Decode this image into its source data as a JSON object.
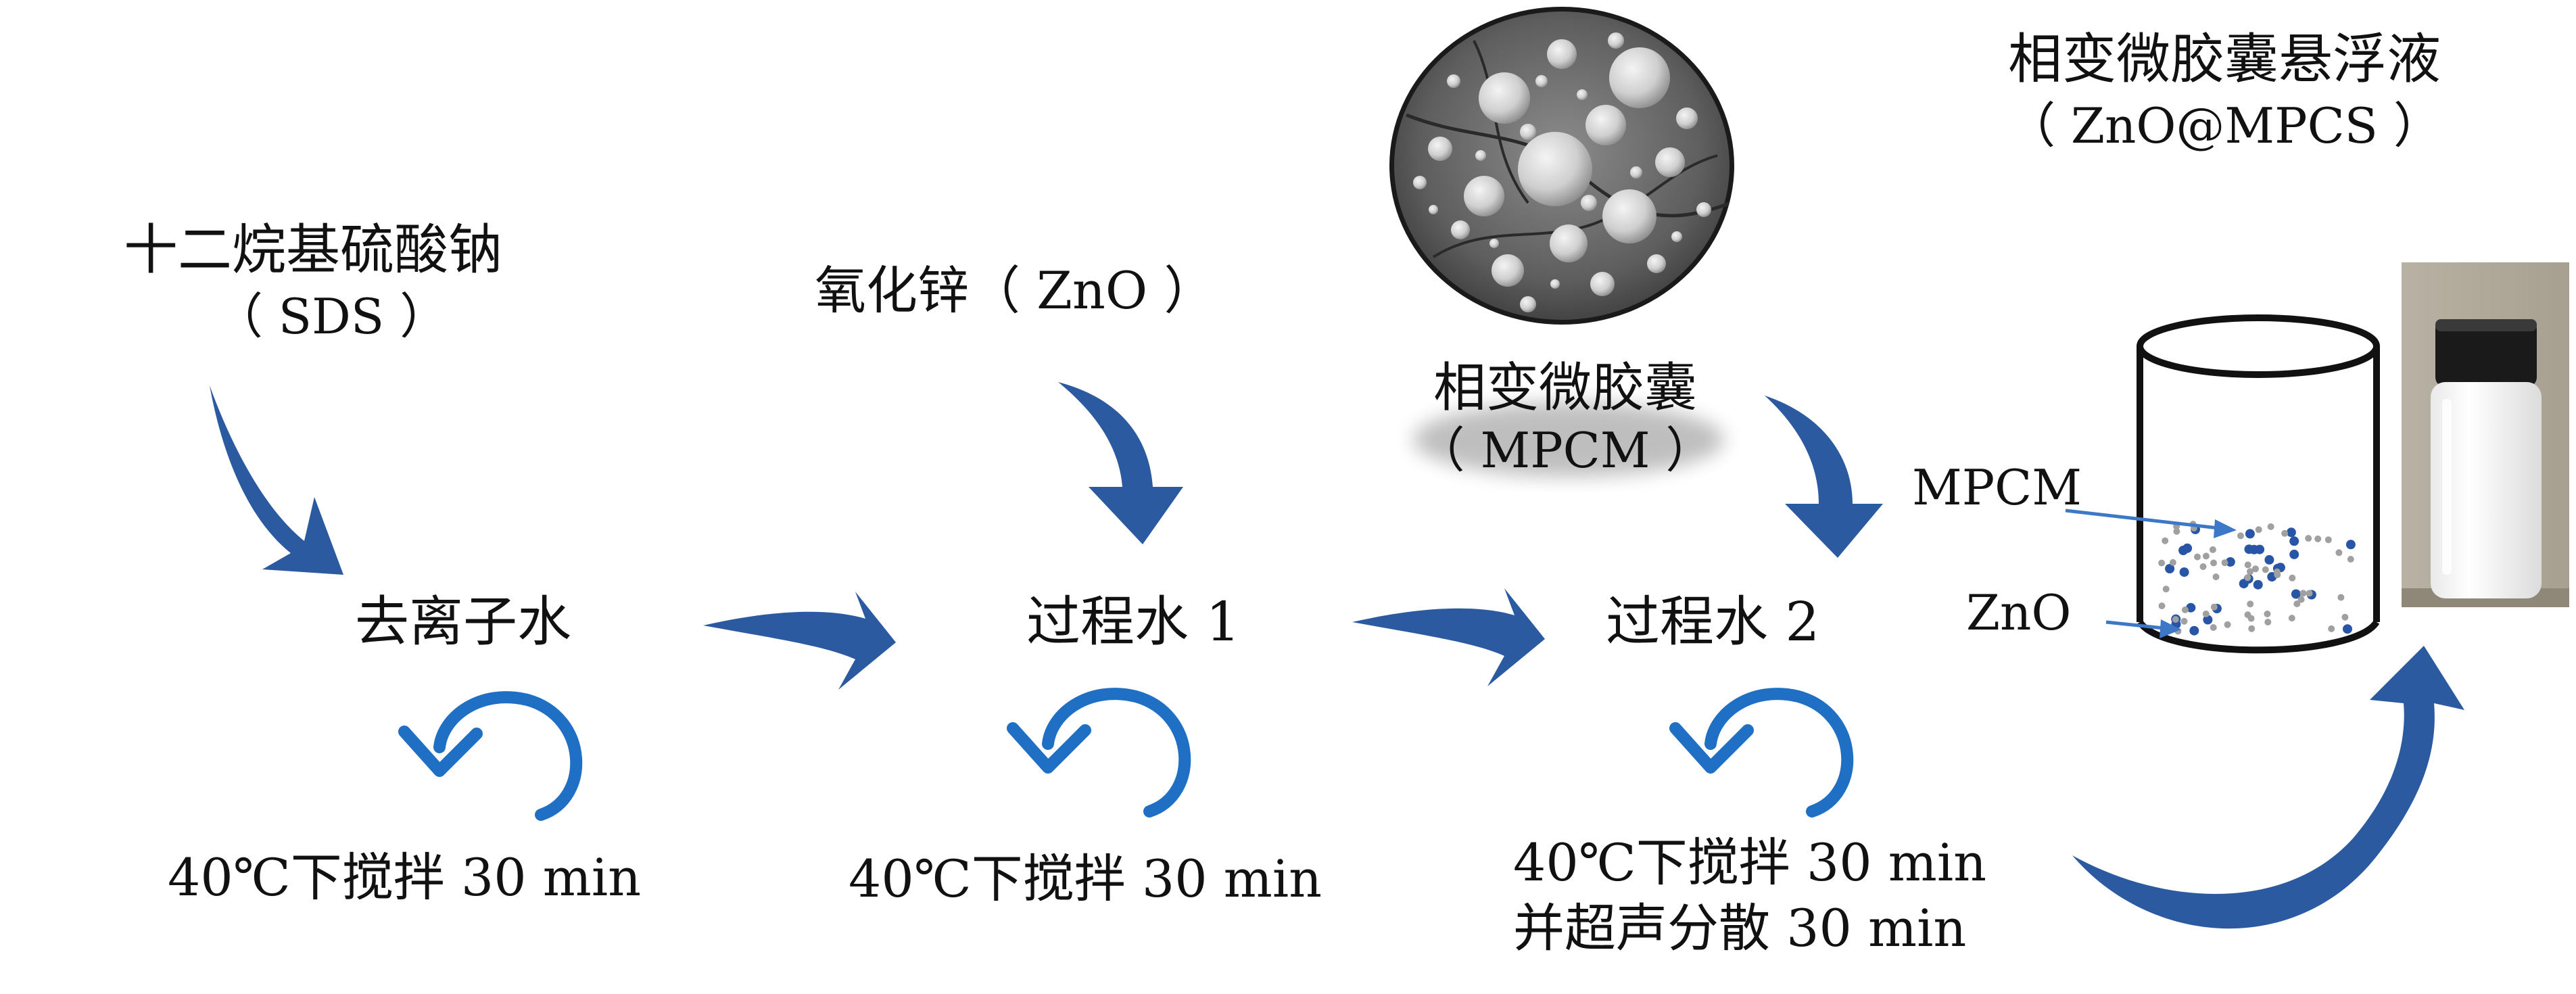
{
  "ingredients": {
    "sds": {
      "name": "十二烷基硫酸钠",
      "abbr": "（ SDS ）"
    },
    "zno": {
      "name": "氧化锌（ ZnO ）"
    },
    "mpcm": {
      "name": "相变微胶囊",
      "abbr": "（ MPCM ）"
    }
  },
  "stages": [
    {
      "label": "去离子水",
      "condition": [
        "40℃下搅拌 30 min"
      ]
    },
    {
      "label": "过程水 1",
      "condition": [
        "40℃下搅拌 30 min"
      ]
    },
    {
      "label": "过程水 2",
      "condition": [
        "40℃下搅拌 30 min",
        "并超声分散 30 min"
      ]
    }
  ],
  "product": {
    "title": "相变微胶囊悬浮液",
    "abbr": "（ ZnO@MPCS ）"
  },
  "beaker_labels": {
    "mpcm": "MPCM",
    "zno": "ZnO"
  },
  "icons": {
    "process_arrow": "curved-arrow-icon",
    "stir": "stir-rotation-icon",
    "micrograph": "sem-micrograph",
    "beaker": "beaker-icon",
    "vial_photo": "vial-photo"
  },
  "colors": {
    "arrow_dark": "#2b5aa0",
    "stir_blue": "#1f6fc4",
    "mpcm_dot": "#2855a6",
    "zno_dot": "#a0a0a0",
    "text": "#111111"
  }
}
